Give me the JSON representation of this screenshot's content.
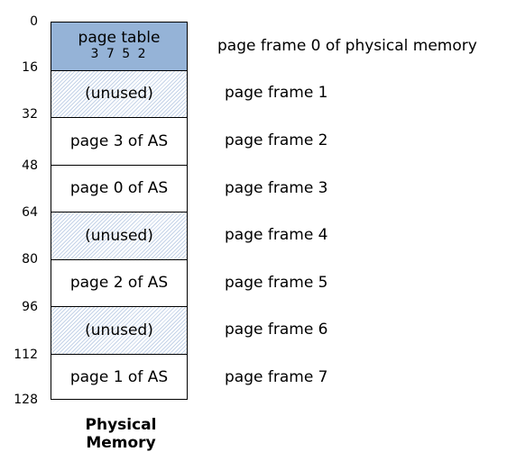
{
  "addresses": [
    "0",
    "16",
    "32",
    "48",
    "64",
    "80",
    "96",
    "112",
    "128"
  ],
  "frames": [
    {
      "content": "page table",
      "entries": "3 7 5 2",
      "label": "page frame 0 of physical memory",
      "fill": "#95b3d7"
    },
    {
      "content": "(unused)",
      "label": "page frame 1"
    },
    {
      "content": "page 3 of AS",
      "label": "page frame 2"
    },
    {
      "content": "page 0 of AS",
      "label": "page frame 3"
    },
    {
      "content": "(unused)",
      "label": "page frame 4"
    },
    {
      "content": "page 2 of AS",
      "label": "page frame 5"
    },
    {
      "content": "(unused)",
      "label": "page frame 6"
    },
    {
      "content": "page 1 of AS",
      "label": "page frame 7"
    }
  ],
  "caption": "Physical Memory"
}
